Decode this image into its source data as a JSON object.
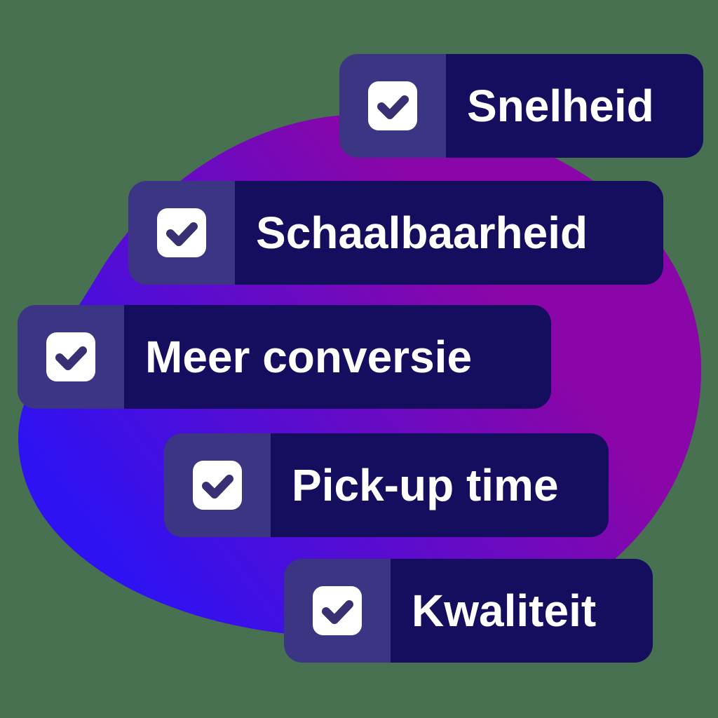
{
  "graphic": {
    "description": "checklist-benefits-graphic",
    "items": [
      {
        "label": "Snelheid",
        "checked": true
      },
      {
        "label": "Schaalbaarheid",
        "checked": true
      },
      {
        "label": "Meer conversie",
        "checked": true
      },
      {
        "label": "Pick-up time",
        "checked": true
      },
      {
        "label": "Kwaliteit",
        "checked": true
      }
    ],
    "icons": {
      "checkbox": "checkmark-in-rounded-square"
    },
    "colors": {
      "background": "#477150",
      "blob_gradient_start": "#2E12F3",
      "blob_gradient_end": "#8A06A8",
      "banner_dark": "#150D5E",
      "banner_light": "#3C3583",
      "checkbox_fill": "#FFFFFF",
      "checkmark": "#373073",
      "label_text": "#FFFFFF"
    }
  }
}
